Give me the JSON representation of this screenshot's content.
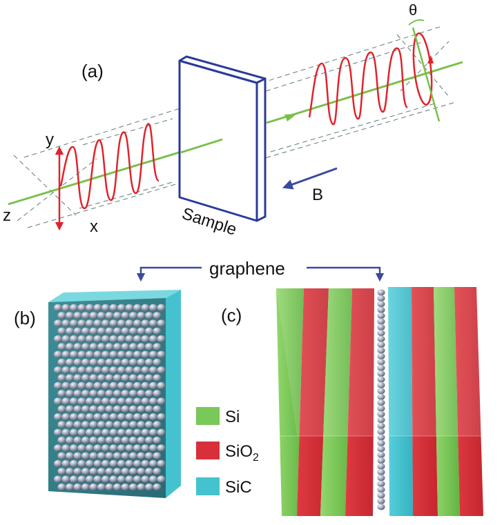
{
  "panel_a": {
    "label": "(a)",
    "axis_y": "y",
    "axis_x": "x",
    "axis_z": "z",
    "sample_label": "Sample",
    "field_label": "B",
    "angle_label": "θ"
  },
  "panel_b": {
    "label": "(b)"
  },
  "panel_c": {
    "label": "(c)"
  },
  "graphene_label": "graphene",
  "legend": [
    {
      "label": "Si",
      "color": "#79c85a"
    },
    {
      "label": "SiO",
      "subscript": "2",
      "color": "#d7303a"
    },
    {
      "label": "SiC",
      "color": "#45c2cf"
    }
  ],
  "colors": {
    "beam": "#78c04a",
    "wave": "#e0222a",
    "sample": "#2a3a9a",
    "arrow": "#3a4aa0",
    "sic": "#45c2cf",
    "sphere": "#9ea6b8"
  }
}
